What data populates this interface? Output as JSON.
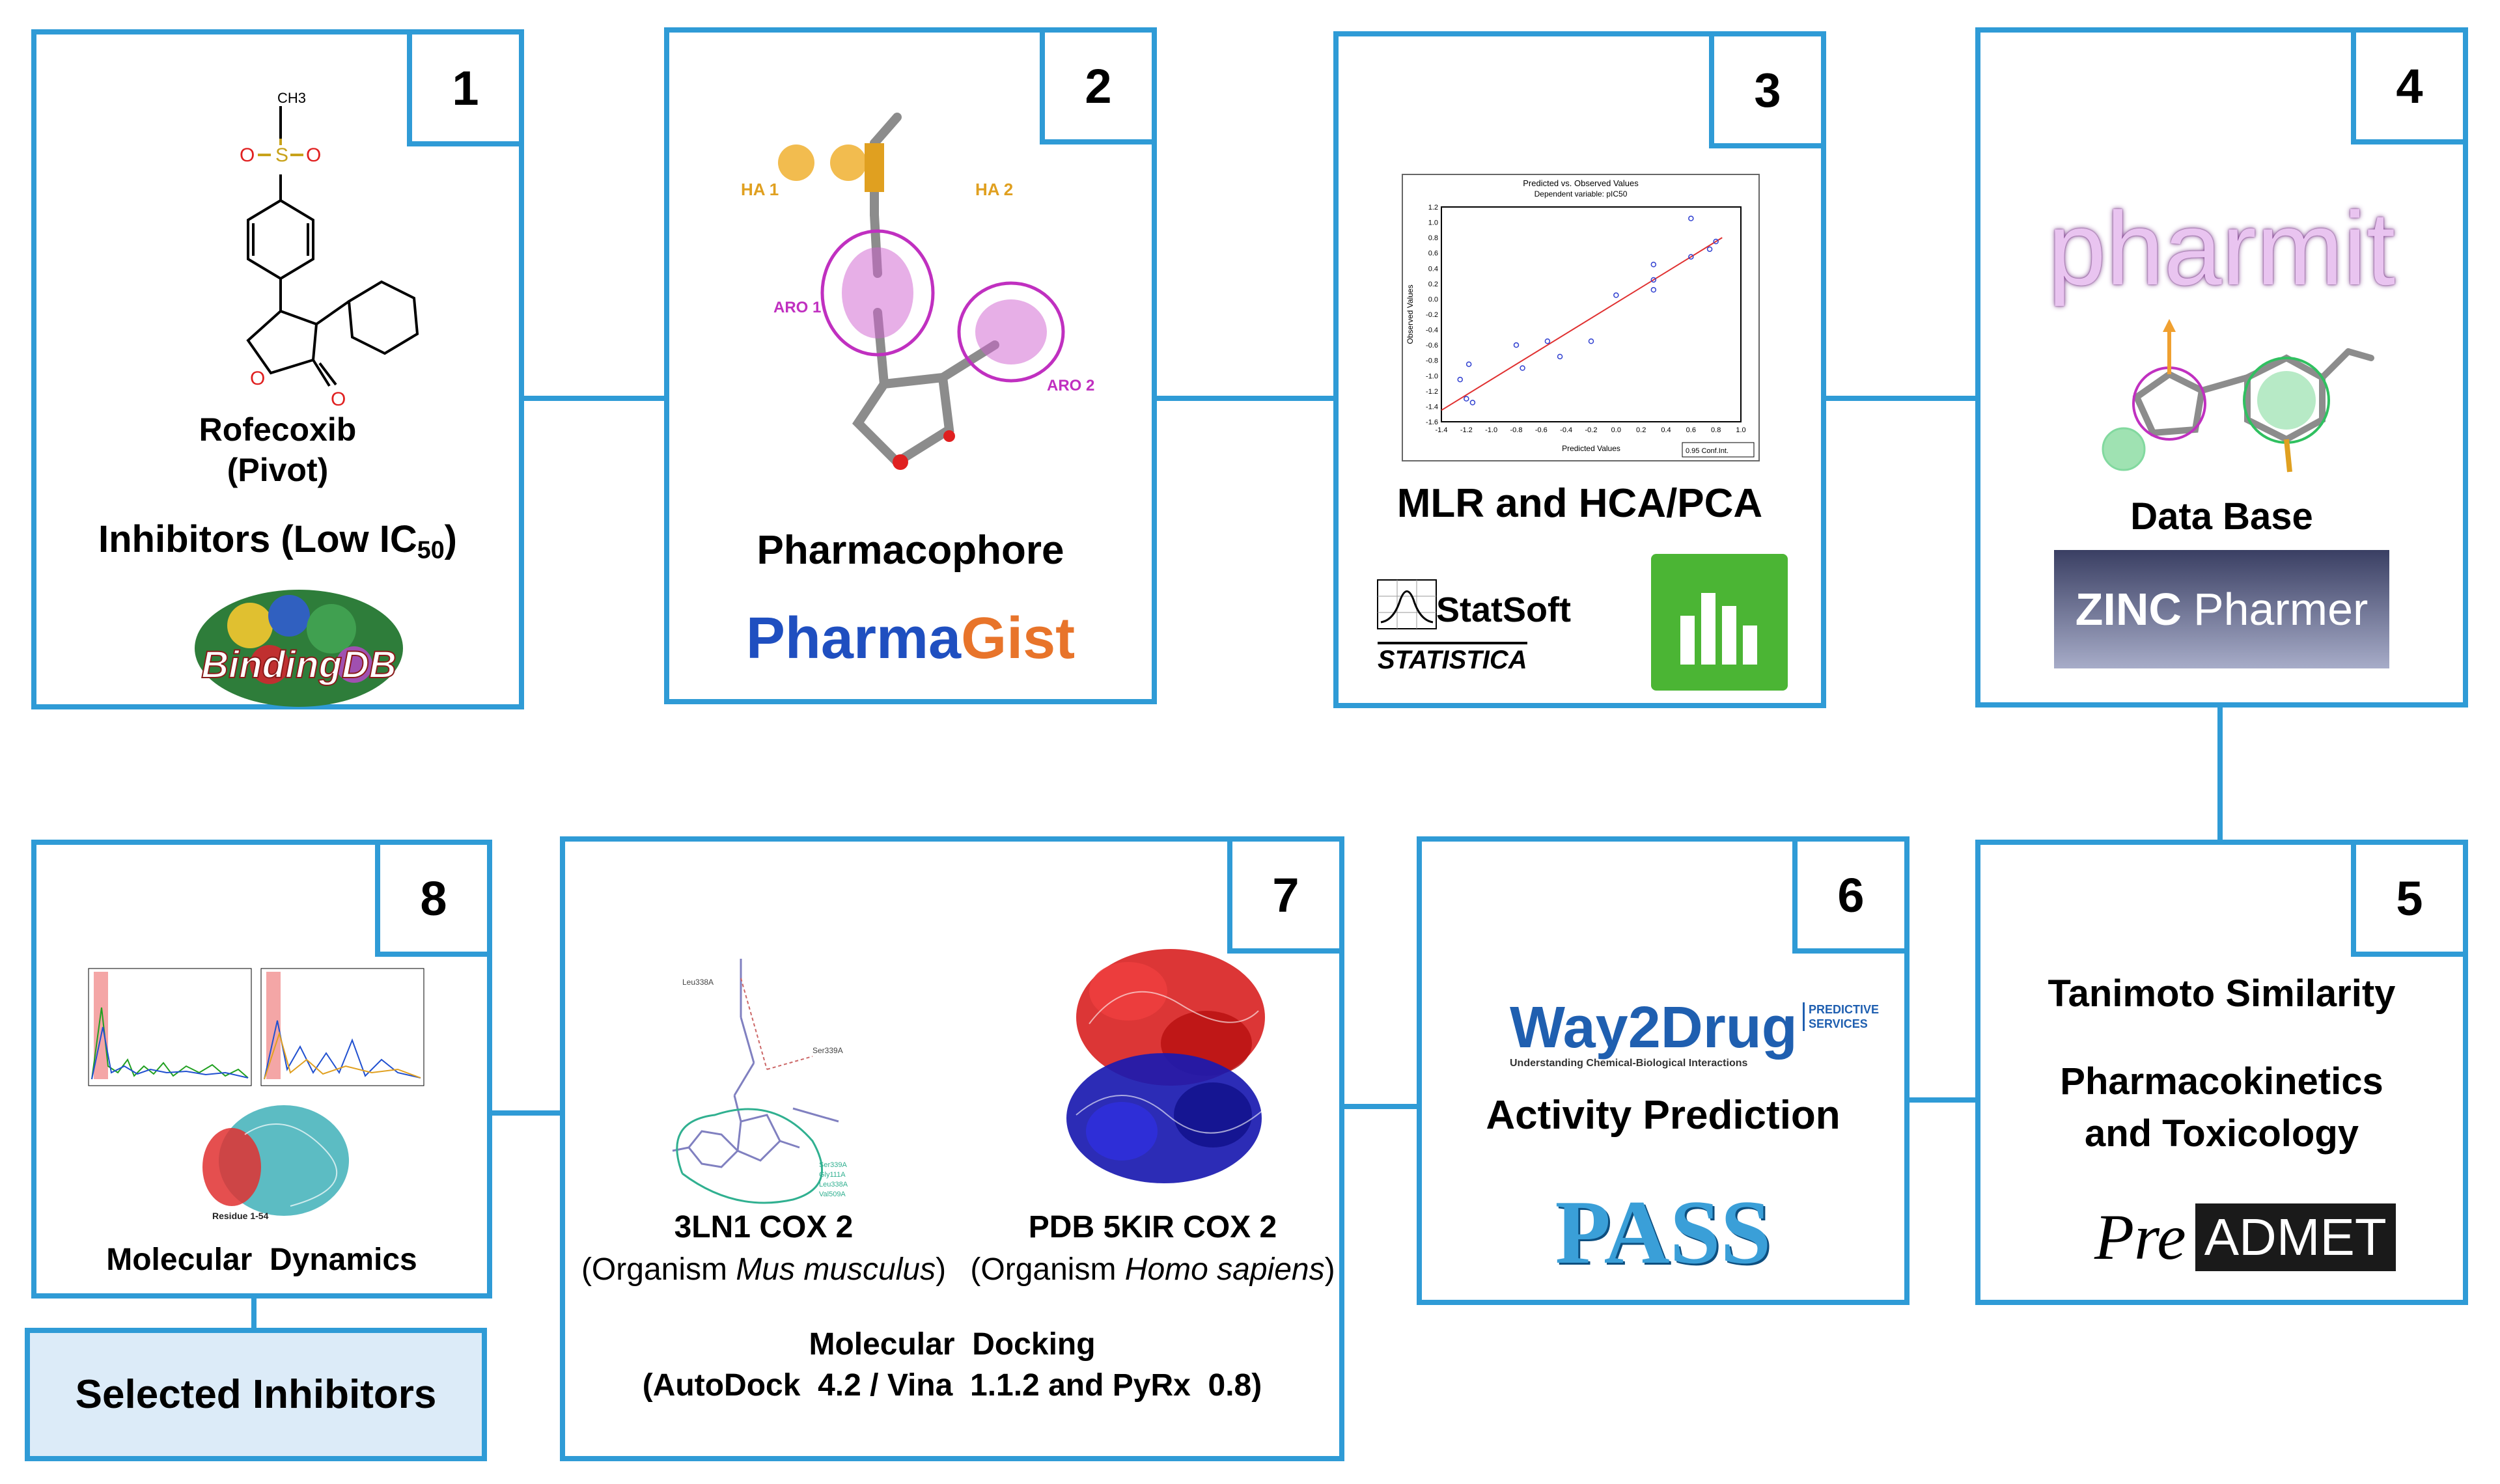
{
  "colors": {
    "border": "#2f9bd6",
    "selected_fill": "#dcebf8",
    "pharmagist_blue": "#1f4fc0",
    "pharmagist_orange": "#e8742a",
    "pass_blue": "#3a9fd8",
    "numbers_green": "#4bb534"
  },
  "step1": {
    "number": "1",
    "name": "Rofecoxib",
    "pivot": "(Pivot)",
    "title_main": "Inhibitors (Low IC",
    "title_sub": "50",
    "title_end": ")",
    "logo_text": "BindingDB",
    "chem_ch3": "CH3",
    "chem_s": "S",
    "chem_o": "O"
  },
  "step2": {
    "number": "2",
    "title": "Pharmacophore",
    "logo_pharma": "Pharma",
    "logo_gist": "Gist",
    "feature_labels": [
      "HA 1",
      "HA 2",
      "ARO 1",
      "ARO 2"
    ]
  },
  "step3": {
    "number": "3",
    "title": "MLR and HCA/PCA",
    "statsoft": "StatSoft",
    "statistica": "STATISTICA",
    "plot_title": "Predicted vs. Observed Values",
    "plot_subtitle": "Dependent variable: pIC50",
    "plot_xlabel": "Predicted Values",
    "plot_ylabel": "Observed Values",
    "plot_conf": "0.95 Conf.Int."
  },
  "step4": {
    "number": "4",
    "logo": "pharmit",
    "title": "Data Base",
    "zinc": "ZINC",
    "pharmer": "Pharmer"
  },
  "step5": {
    "number": "5",
    "line1": "Tanimoto Similarity",
    "line2": "Pharmacokinetics",
    "line3": "and Toxicology",
    "pre": "Pre",
    "admet": "ADMET"
  },
  "step6": {
    "number": "6",
    "way2drug": "Way2Drug",
    "predictive": "PREDICTIVE",
    "services": "SERVICES",
    "tagline": "Understanding Chemical-Biological Interactions",
    "title": "Activity Prediction",
    "pass": "PASS"
  },
  "step7": {
    "number": "7",
    "left_title": "3LN1 COX 2",
    "left_org_a": "(Organism ",
    "left_org_b": "Mus musculus",
    "left_org_c": ")",
    "right_title": "PDB 5KIR COX 2",
    "right_org_a": "(Organism ",
    "right_org_b": "Homo sapiens",
    "right_org_c": ")",
    "title": "Molecular  Docking",
    "software": "(AutoDock  4.2 / Vina  1.1.2 and PyRx  0.8)"
  },
  "step8": {
    "number": "8",
    "title": "Molecular  Dynamics",
    "residue_label": "Residue 1-54"
  },
  "selected": "Selected Inhibitors",
  "chart_data": {
    "type": "scatter",
    "title": "Predicted vs. Observed Values",
    "subtitle": "Dependent variable: pIC50",
    "xlabel": "Predicted Values",
    "ylabel": "Observed Values",
    "xlim": [
      -1.4,
      1.0
    ],
    "ylim": [
      -1.6,
      1.2
    ],
    "xticks": [
      "-1.4",
      "-1.2",
      "-1.0",
      "-0.8",
      "-0.6",
      "-0.4",
      "-0.2",
      "0.0",
      "0.2",
      "0.4",
      "0.6",
      "0.8",
      "1.0"
    ],
    "yticks": [
      "1.2",
      "1.0",
      "0.8",
      "0.6",
      "0.4",
      "0.2",
      "0.0",
      "-0.2",
      "-0.4",
      "-0.6",
      "-0.8",
      "-1.0",
      "-1.2",
      "-1.4",
      "-1.6"
    ],
    "points": [
      [
        -1.25,
        -1.05
      ],
      [
        -1.2,
        -1.3
      ],
      [
        -1.18,
        -0.85
      ],
      [
        -1.15,
        -1.35
      ],
      [
        -0.8,
        -0.6
      ],
      [
        -0.75,
        -0.9
      ],
      [
        -0.55,
        -0.55
      ],
      [
        -0.45,
        -0.75
      ],
      [
        -0.2,
        -0.55
      ],
      [
        0.0,
        0.05
      ],
      [
        0.3,
        0.25
      ],
      [
        0.3,
        0.12
      ],
      [
        0.3,
        0.45
      ],
      [
        0.6,
        0.55
      ],
      [
        0.6,
        1.05
      ],
      [
        0.75,
        0.65
      ],
      [
        0.8,
        0.75
      ]
    ],
    "fit_line": [
      [
        -1.4,
        -1.45
      ],
      [
        0.85,
        0.8
      ]
    ],
    "grid": false
  }
}
